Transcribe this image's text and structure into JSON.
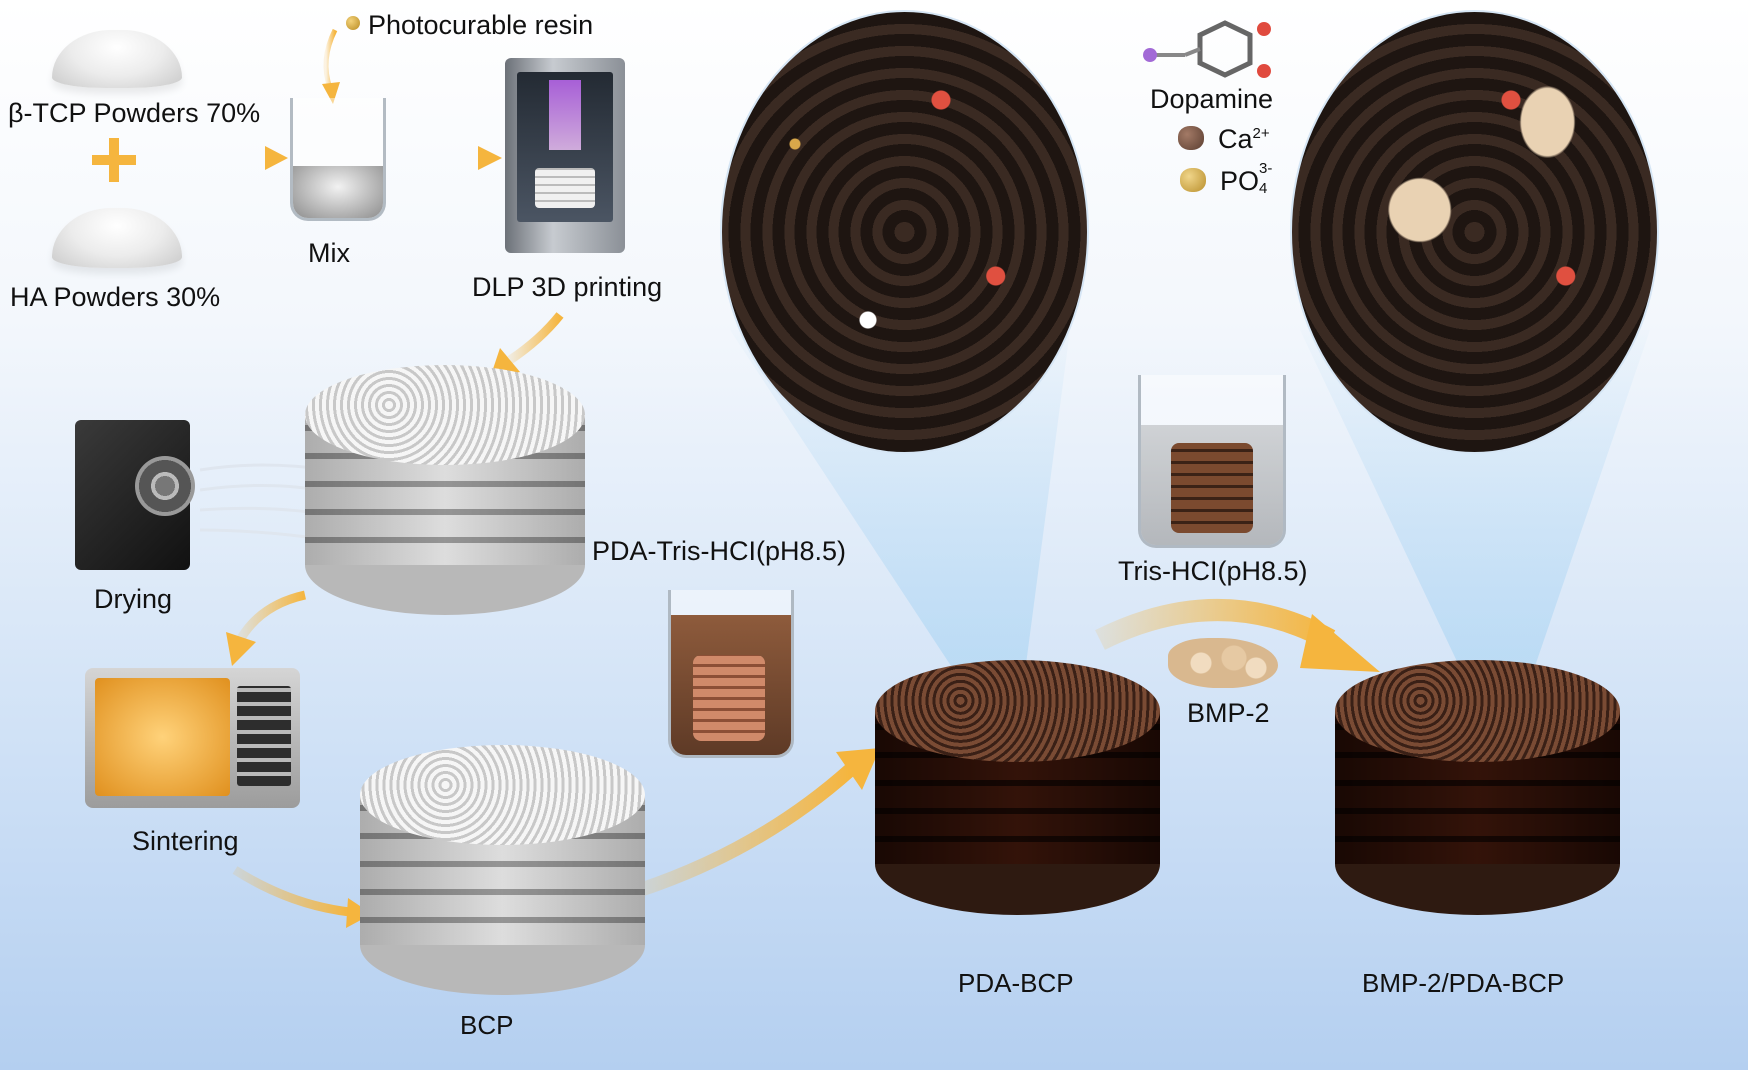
{
  "labels": {
    "photocurable_resin": "Photocurable resin",
    "btcp_powders": "β-TCP Powders 70%",
    "ha_powders": "HA  Powders 30%",
    "mix": "Mix",
    "dlp_printing": "DLP 3D printing",
    "drying": "Drying",
    "sintering": "Sintering",
    "bcp": "BCP",
    "pda_tris": "PDA-Tris-HCI(pH8.5)",
    "pda_bcp": "PDA-BCP",
    "tris_hcl": "Tris-HCI(pH8.5)",
    "bmp2": "BMP-2",
    "bmp2_pda_bcp": "BMP-2/PDA-BCP"
  },
  "legend": {
    "dopamine": "Dopamine",
    "ca": "Ca",
    "ca_charge": "2+",
    "po": "PO",
    "po_sub": "4",
    "po_charge": "3-"
  },
  "colors": {
    "arrow": "#f5b53e",
    "scaffold_white": "#e6e6e6",
    "scaffold_brown": "#5a3322",
    "cone": "#9fd0f2"
  }
}
